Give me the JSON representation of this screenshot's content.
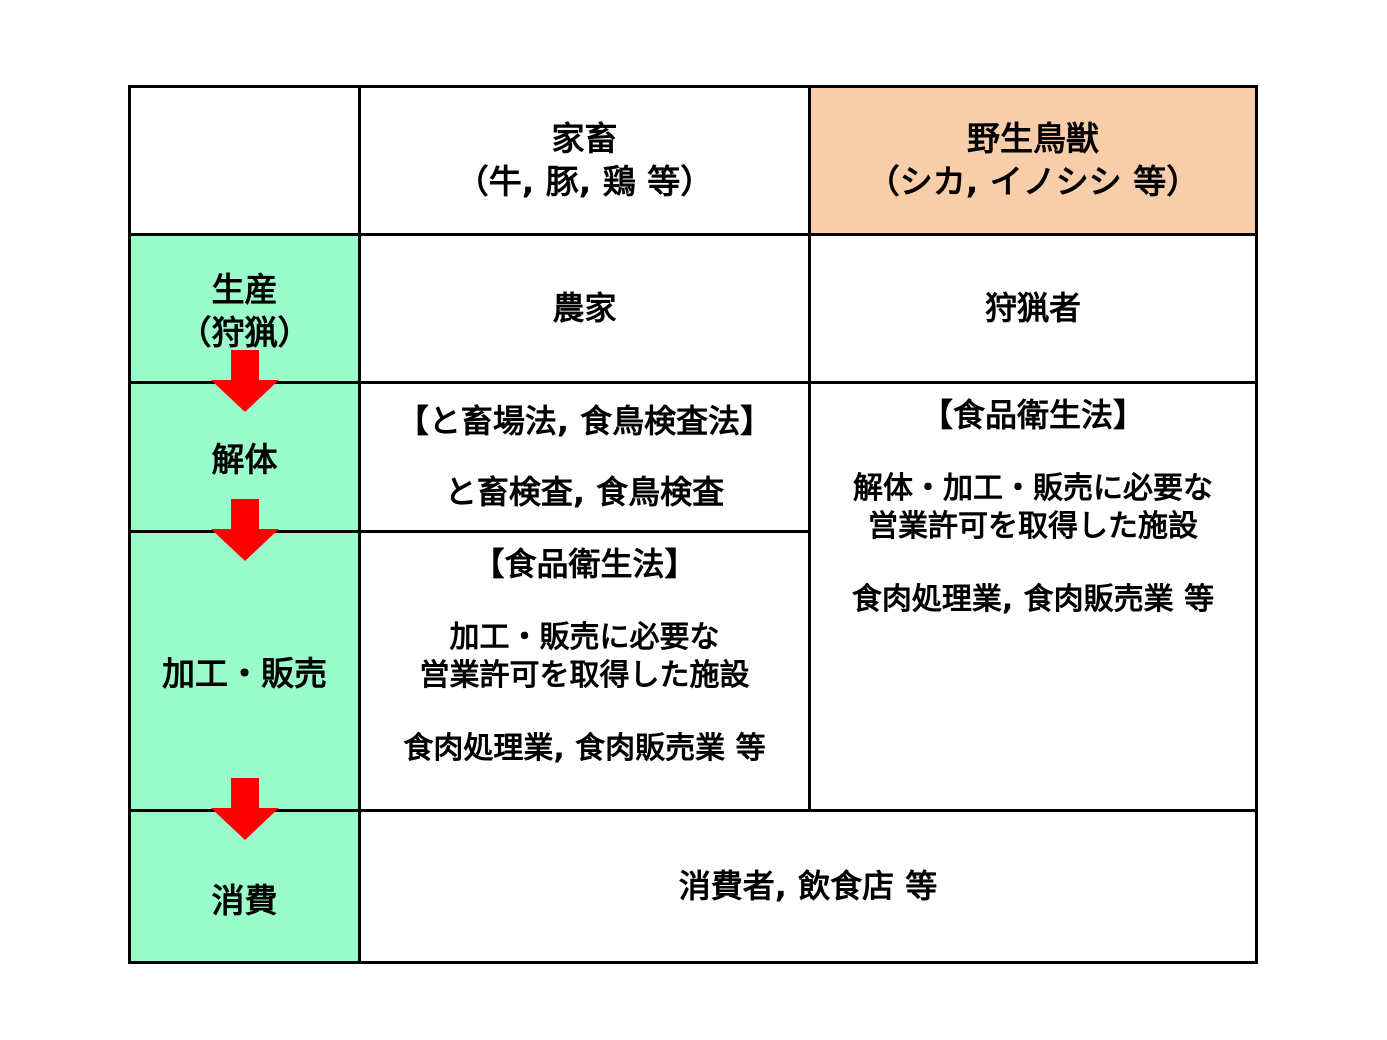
{
  "diagram": {
    "title_semantic": "food-hygiene-flow-comparison-table",
    "colors": {
      "stage_fill": "#9BFCCB",
      "wild_header_fill": "#F8CEAA",
      "arrow": "#FF0000",
      "border": "#000000",
      "text": "#000000"
    }
  },
  "header": {
    "corner": "",
    "livestock": "家畜\n（牛, 豚, 鶏 等）",
    "wild": "野生鳥獣\n（シカ, イノシシ 等）"
  },
  "stages": {
    "production": "生産\n（狩猟）",
    "dressing": "解体",
    "processing": "加工・販売",
    "consumption": "消費"
  },
  "livestock": {
    "production": "農家",
    "dressing_law": "【と畜場法, 食鳥検査法】",
    "dressing_detail": "と畜検査, 食鳥検査",
    "processing_law": "【食品衛生法】",
    "processing_facility": "加工・販売に必要な\n営業許可を取得した施設",
    "processing_business": "食肉処理業, 食肉販売業 等"
  },
  "wild": {
    "production": "狩猟者",
    "law": "【食品衛生法】",
    "facility": "解体・加工・販売に必要な\n営業許可を取得した施設",
    "business": "食肉処理業, 食肉販売業 等"
  },
  "consumption": {
    "value": "消費者, 飲食店 等"
  },
  "arrows": [
    {
      "name": "arrow-production-to-dressing"
    },
    {
      "name": "arrow-dressing-to-processing"
    },
    {
      "name": "arrow-processing-to-consumption"
    }
  ]
}
